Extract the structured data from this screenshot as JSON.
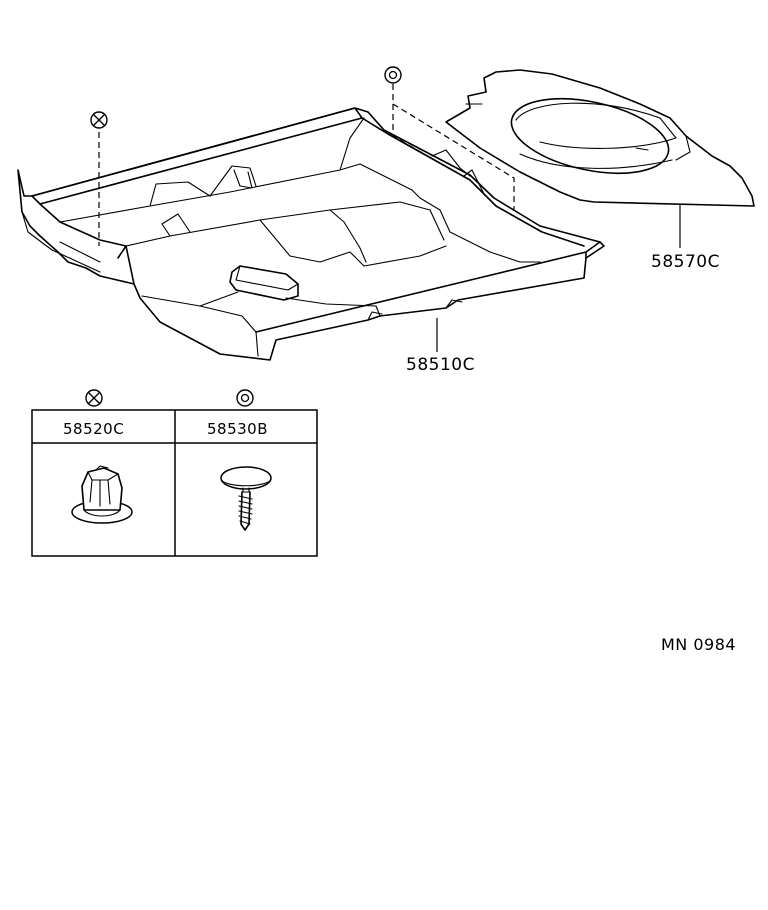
{
  "parts": {
    "carpet_main": {
      "part_no": "58510C"
    },
    "carpet_rear": {
      "part_no": "58570C"
    },
    "clip": {
      "part_no": "58520C",
      "symbol": "⊗"
    },
    "screw": {
      "part_no": "58530B",
      "symbol": "◎"
    }
  },
  "fastener_table": {
    "columns": [
      {
        "part_no": "58520C",
        "symbol": "⊗"
      },
      {
        "part_no": "58530B",
        "symbol": "◎"
      }
    ]
  },
  "diagram_code": "MN 0984"
}
